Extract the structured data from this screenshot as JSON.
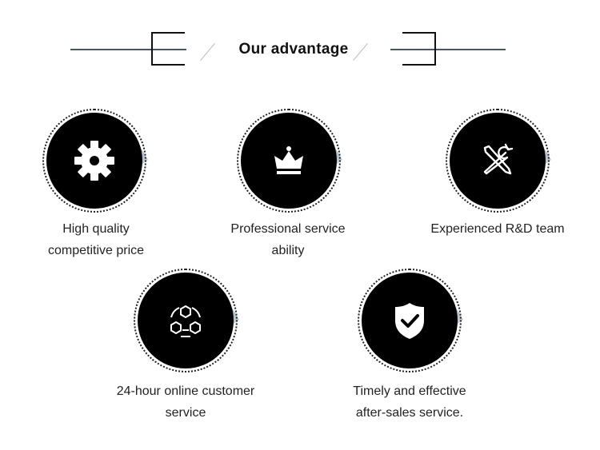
{
  "heading": {
    "title": "Our advantage"
  },
  "features": [
    {
      "label_line1": "High quality",
      "label_line2": "competitive price",
      "icon": "gear-icon"
    },
    {
      "label_line1": "Professional service",
      "label_line2": "ability",
      "icon": "crown-icon"
    },
    {
      "label_line1": "Experienced R&D team",
      "label_line2": "",
      "icon": "tools-icon"
    },
    {
      "label_line1": "24-hour online customer",
      "label_line2": "service",
      "icon": "network-icon"
    },
    {
      "label_line1": "Timely and effective",
      "label_line2": "after-sales service.",
      "icon": "shield-check-icon"
    }
  ]
}
